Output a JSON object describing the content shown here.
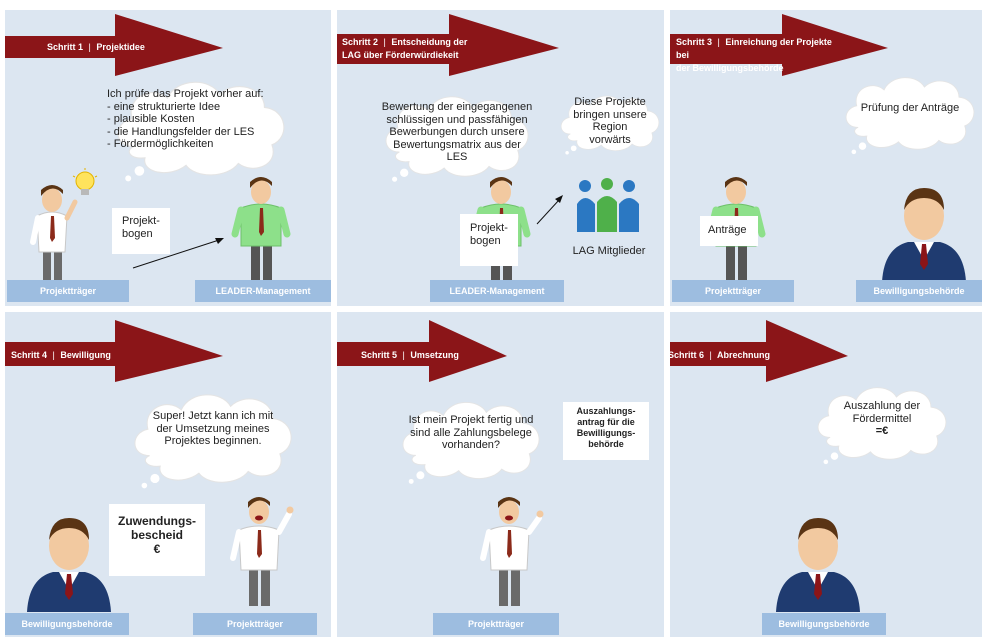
{
  "steps": [
    {
      "step": "Schritt 1",
      "title": "Projektidee",
      "cloud": [
        "Ich prüfe das Projekt vorher auf:",
        "- eine strukturierte Idee",
        "- plausible Kosten",
        "- die Handlungsfelder der LES",
        "- Fördermöglichkeiten"
      ],
      "box": [
        "Projekt-",
        "bogen"
      ],
      "labels": [
        "Projektträger",
        "LEADER-Management"
      ]
    },
    {
      "step": "Schritt 2",
      "title": [
        "Entscheidung der",
        "LAG über Förderwürdiekeit"
      ],
      "cloud1": [
        "Bewertung der eingegangenen",
        "schlüssigen und passfähigen",
        "Bewerbungen durch unsere",
        "Bewertungsmatrix aus der",
        "LES"
      ],
      "cloud2": [
        "Diese Projekte",
        "bringen unsere",
        "Region",
        "vorwärts"
      ],
      "box": [
        "Projekt-",
        "bogen"
      ],
      "group_label": "LAG Mitglieder",
      "labels": [
        "LEADER-Management"
      ]
    },
    {
      "step": "Schritt 3",
      "title": [
        "Einreichung der Projekte bei",
        "der Bewilligungsbehörde"
      ],
      "cloud": [
        "Prüfung der Anträge"
      ],
      "box": "Anträge",
      "labels": [
        "Projektträger",
        "Bewilligungsbehörde"
      ]
    },
    {
      "step": "Schritt 4",
      "title": "Bewilligung",
      "cloud": [
        "Super! Jetzt kann ich mit",
        "der Umsetzung meines",
        "Projektes beginnen."
      ],
      "box": [
        "Zuwendungs-",
        "bescheid",
        "€"
      ],
      "labels": [
        "Bewilligungsbehörde",
        "Projektträger"
      ]
    },
    {
      "step": "Schritt 5",
      "title": "Umsetzung",
      "cloud": [
        "Ist mein Projekt fertig und",
        "sind alle Zahlungsbelege",
        "vorhanden?"
      ],
      "box": [
        "Auszahlungs-",
        "antrag für die",
        "Bewilligungs-",
        "behörde"
      ],
      "labels": [
        "Projektträger"
      ]
    },
    {
      "step": "Schritt 6",
      "title": "Abrechnung",
      "cloud": [
        "Auszahlung der",
        "Fördermittel",
        "=€"
      ],
      "labels": [
        "Bewilligungsbehörde"
      ]
    }
  ],
  "separator": "|",
  "colors": {
    "banner": "#8b1518",
    "panel_bg": "#dce6f1",
    "label_bg": "#9dbde0",
    "shirt_green": "#8de08a",
    "shirt_white": "#ffffff",
    "suit": "#1f3b70"
  }
}
